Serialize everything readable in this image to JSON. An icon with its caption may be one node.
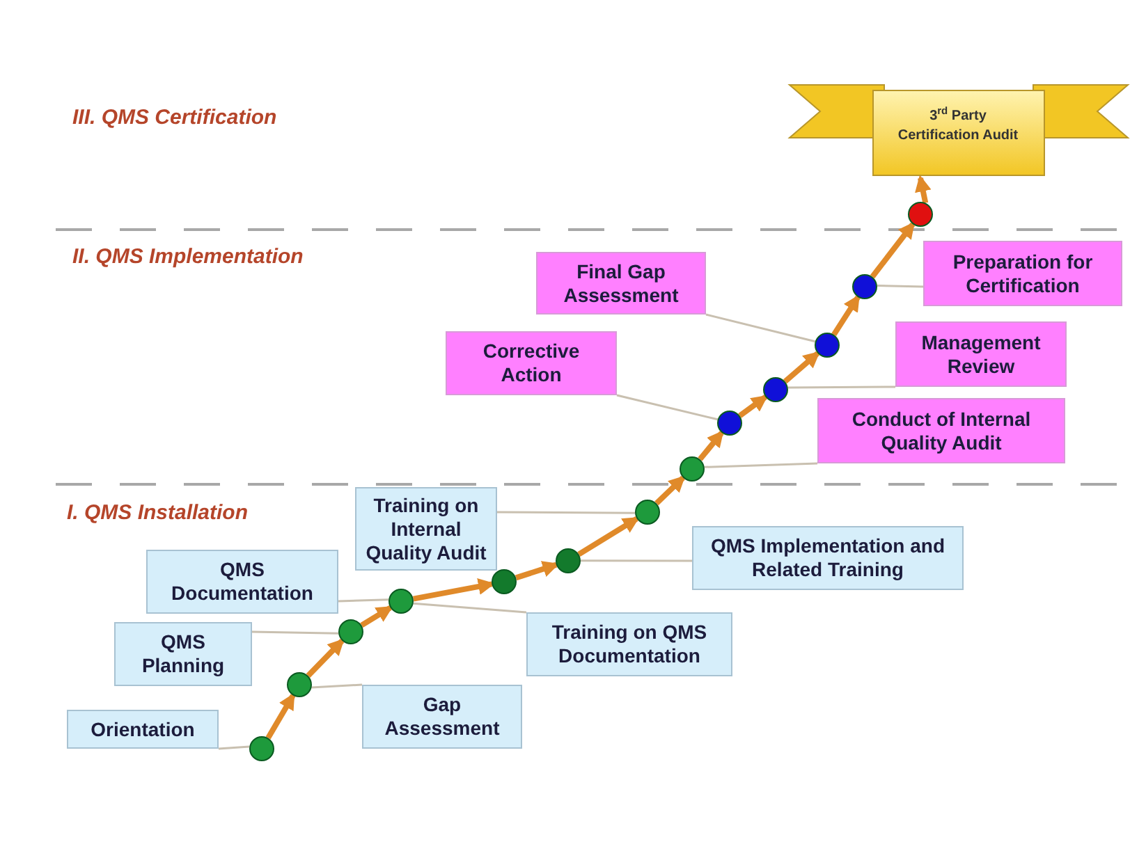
{
  "diagram": {
    "nodes": [
      {
        "text": [
          "Orientation"
        ]
      },
      {
        "text": [
          "QMS Planning"
        ]
      },
      {
        "text": [
          "QMS Documentation"
        ]
      },
      {
        "text": [
          "Gap Assessment"
        ]
      },
      {
        "text": [
          "Training on Internal Quality Audit"
        ]
      },
      {
        "text": [
          "Training on QMS Documentation"
        ]
      },
      {
        "text": [
          "QMS Implementation and Related Training"
        ]
      },
      {
        "text": [
          "Corrective Action"
        ]
      },
      {
        "text": [
          "Final Gap Assessment"
        ]
      },
      {
        "text": [
          "Preparation for Certification"
        ]
      },
      {
        "text": [
          "Management Review"
        ]
      },
      {
        "text": [
          "Conduct of Internal Quality Audit"
        ]
      },
      {
        "text": [
          "3$^{rd}$ Party Certification Audit"
        ]
      },
      {
        "text": [],
        "shape": "circle"
      },
      {
        "text": [],
        "shape": "circle"
      },
      {
        "text": [],
        "shape": "circle"
      },
      {
        "text": [],
        "shape": "circle"
      },
      {
        "text": [],
        "shape": "circle"
      },
      {
        "text": [],
        "shape": "circle"
      },
      {
        "text": [],
        "shape": "circle"
      },
      {
        "text": [],
        "shape": "circle"
      },
      {
        "text": [],
        "shape": "circle"
      },
      {
        "text": [],
        "shape": "circle"
      },
      {
        "text": [],
        "shape": "circle"
      },
      {
        "text": [],
        "shape": "circle"
      },
      {
        "text": [],
        "shape": "circle"
      }
    ],
    "edges": [
      {
        "from": 13,
        "to": 14,
        "arrow": "to"
      },
      {
        "from": 14,
        "to": 15,
        "arrow": "to"
      },
      {
        "from": 15,
        "to": 16,
        "arrow": "to"
      },
      {
        "from": 16,
        "to": 17,
        "arrow": "to"
      },
      {
        "from": 17,
        "to": 18,
        "arrow": "to"
      },
      {
        "from": 18,
        "to": 19,
        "arrow": "to"
      },
      {
        "from": 19,
        "to": 20,
        "arrow": "to"
      },
      {
        "from": 20,
        "to": 21,
        "arrow": "to"
      },
      {
        "from": 21,
        "to": 22,
        "arrow": "to"
      },
      {
        "from": 22,
        "to": 23,
        "arrow": "to"
      },
      {
        "from": 23,
        "to": 24,
        "arrow": "to"
      },
      {
        "from": 24,
        "to": 25,
        "arrow": "to"
      },
      {
        "from": 25,
        "to": 12,
        "arrow": "to"
      },
      {
        "from": 0,
        "to": 13,
        "arrow": "none",
        "color": "#c9c0b0"
      },
      {
        "from": 3,
        "to": 14,
        "arrow": "none",
        "color": "#c9c0b0"
      },
      {
        "from": 1,
        "to": 15,
        "arrow": "none",
        "color": "#c9c0b0"
      },
      {
        "from": 2,
        "to": 16,
        "arrow": "none",
        "color": "#c9c0b0"
      },
      {
        "from": 5,
        "to": 16,
        "arrow": "none",
        "color": "#c9c0b0"
      },
      {
        "from": 6,
        "to": 18,
        "arrow": "none",
        "color": "#c9c0b0"
      },
      {
        "from": 4,
        "to": 19,
        "arrow": "none",
        "color": "#c9c0b0"
      },
      {
        "from": 11,
        "to": 20,
        "arrow": "none",
        "color": "#c9c0b0"
      },
      {
        "from": 7,
        "to": 21,
        "arrow": "none",
        "color": "#c9c0b0"
      },
      {
        "from": 10,
        "to": 22,
        "arrow": "none",
        "color": "#c9c0b0"
      },
      {
        "from": 8,
        "to": 23,
        "arrow": "none",
        "color": "#c9c0b0"
      },
      {
        "from": 9,
        "to": 24,
        "arrow": "none",
        "color": "#c9c0b0"
      }
    ],
    "labels": [
      "III. QMS Certification",
      "II. QMS Implementation",
      "I. QMS Installation"
    ]
  }
}
